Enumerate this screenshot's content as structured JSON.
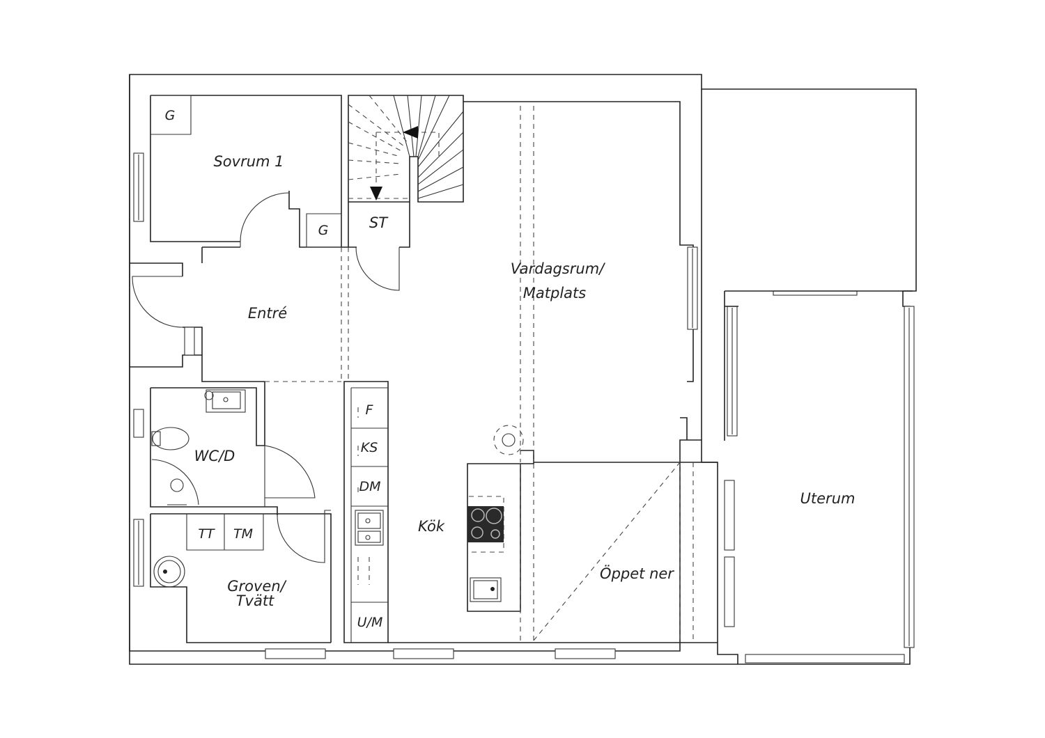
{
  "rooms": {
    "sovrum": "Sovrum 1",
    "entre": "Entré",
    "vardagsrum_line1": "Vardagsrum/",
    "vardagsrum_line2": "Matplats",
    "wc": "WC/D",
    "kok": "Kök",
    "groven_line1": "Groven/",
    "groven_line2": "Tvätt",
    "oppet": "Öppet ner",
    "uterum": "Uterum"
  },
  "fixtures": {
    "garderob": "G",
    "stairs": "ST",
    "freezer": "F",
    "fridge_freezer": "KS",
    "dishwasher": "DM",
    "oven_micro": "U/M",
    "tumble_dryer": "TT",
    "washing_machine": "TM"
  },
  "colors": {
    "line": "#222222",
    "background": "#ffffff"
  }
}
